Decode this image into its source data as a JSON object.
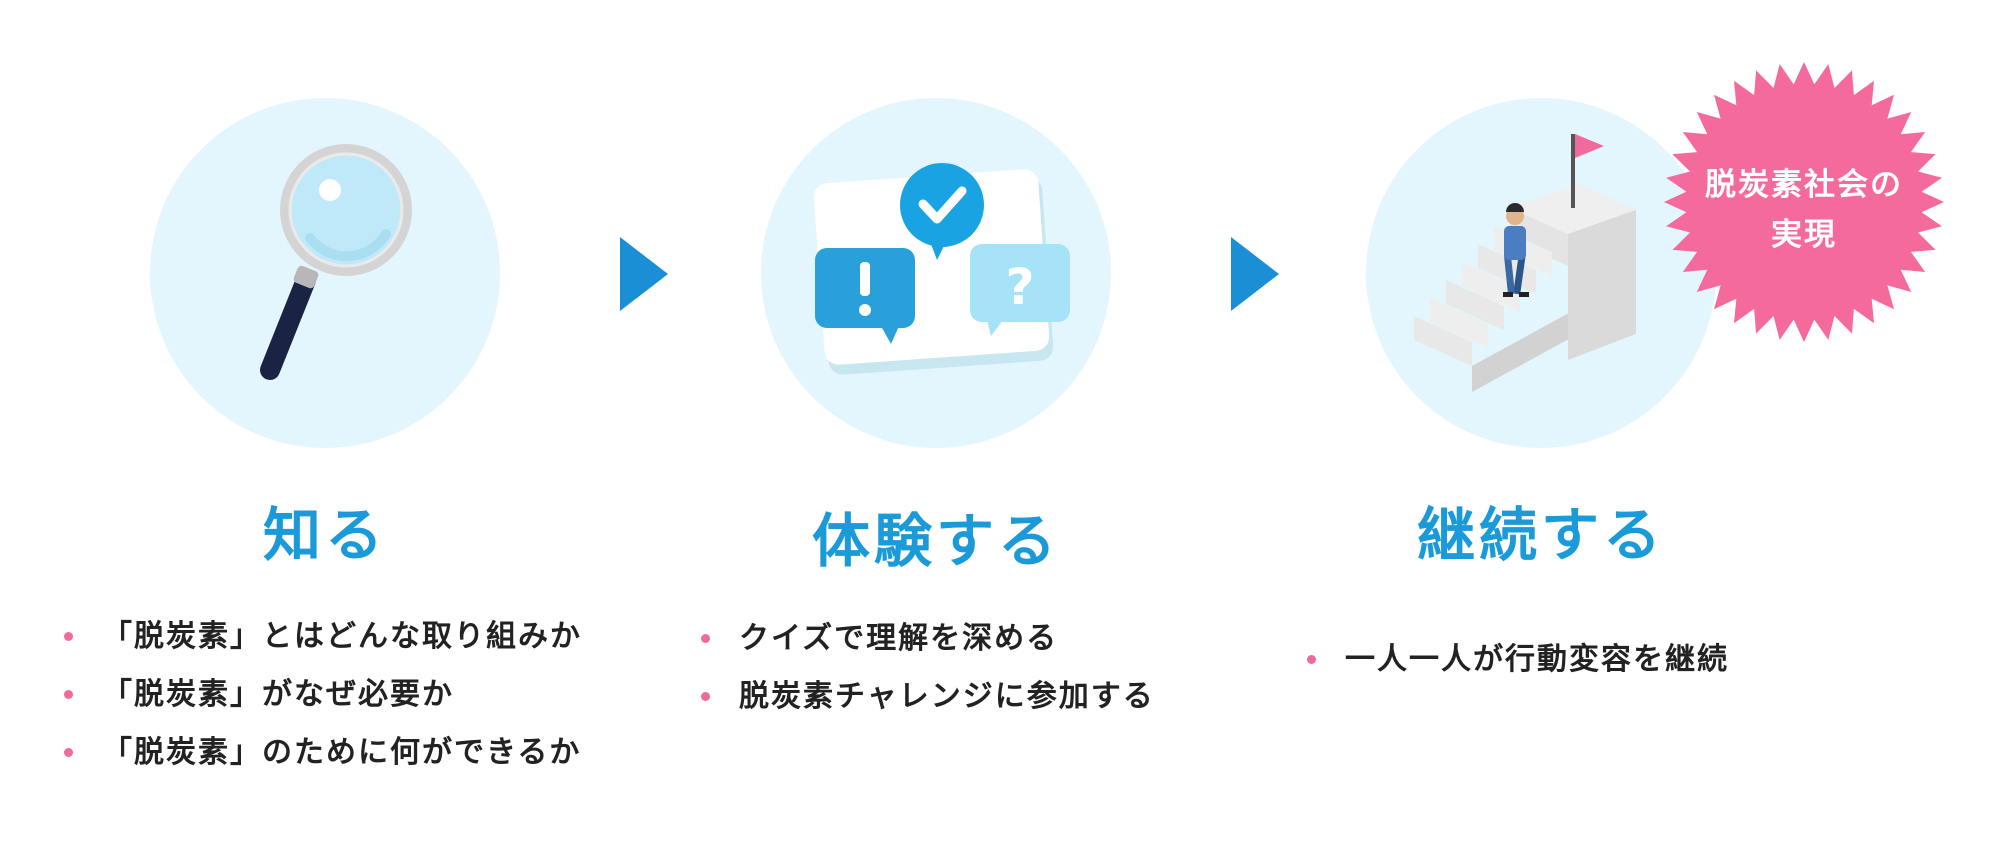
{
  "steps": [
    {
      "heading": "知る",
      "items": [
        "「脱炭素」とはどんな取り組みか",
        "「脱炭素」がなぜ必要か",
        "「脱炭素」のために何ができるか"
      ]
    },
    {
      "heading": "体験する",
      "items": [
        "クイズで理解を深める",
        "脱炭素チャレンジに参加する"
      ]
    },
    {
      "heading": "継続する",
      "items": [
        "一人一人が行動変容を継続"
      ]
    }
  ],
  "goal_badge": {
    "line1": "脱炭素社会の",
    "line2": "実現"
  },
  "icons": {
    "step1": "magnifying-glass-icon",
    "step2": "quiz-speech-bubbles-icon",
    "step3": "person-climbing-stairs-to-flag-icon",
    "badge": "starburst-badge"
  },
  "colors": {
    "accent_blue": "#1a9ad9",
    "arrow_blue": "#1a8fd6",
    "circle_bg": "#e3f6fd",
    "bullet_pink": "#f06a9e",
    "badge_pink": "#f56a9c",
    "text_dark": "#222222"
  }
}
